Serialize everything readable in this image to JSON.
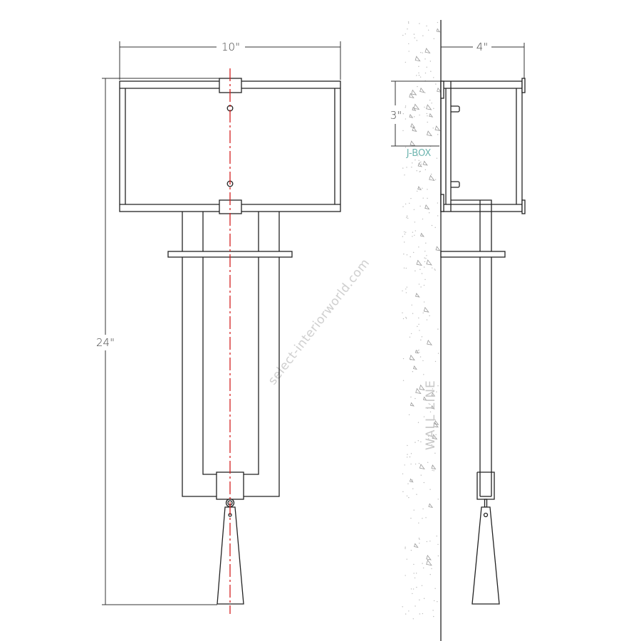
{
  "drawing": {
    "front_view": {
      "width_dimension": "10\"",
      "height_dimension": "24\""
    },
    "side_view": {
      "depth_dimension": "4\"",
      "jbox_offset_dimension": "3\"",
      "jbox_label": "J-BOX",
      "wall_label": "WALL LINE"
    },
    "watermark": "select-interiorworld.com",
    "colors": {
      "centerline": "#d42020",
      "jbox": "#6fb6b0",
      "line": "#222222"
    }
  }
}
